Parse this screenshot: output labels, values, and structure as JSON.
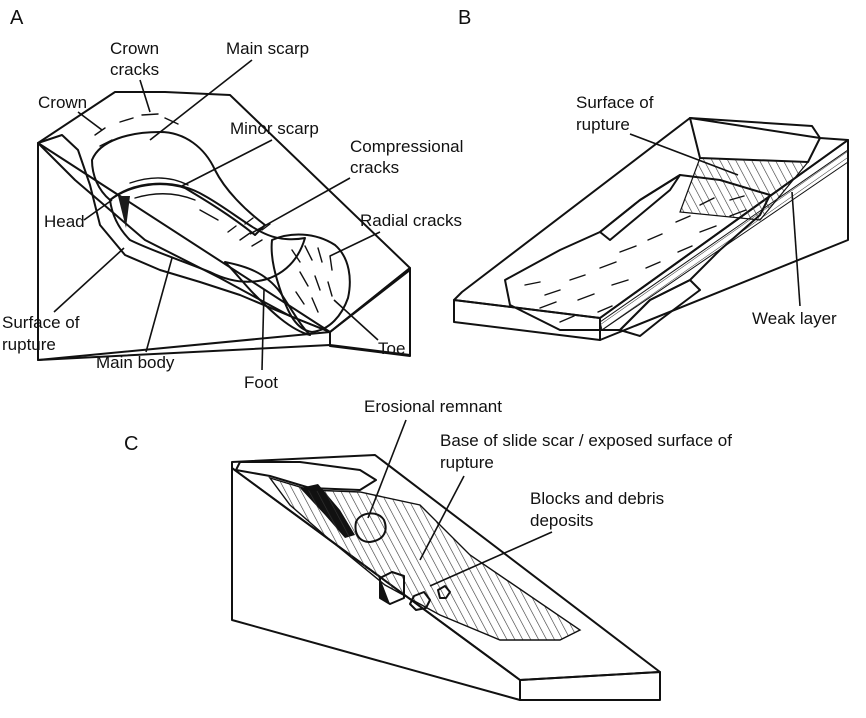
{
  "panels": {
    "a": {
      "letter": "A",
      "labels": {
        "crown_cracks": [
          "Crown",
          "cracks"
        ],
        "main_scarp": "Main scarp",
        "crown": "Crown",
        "minor_scarp": "Minor scarp",
        "compressional_cracks": [
          "Compressional",
          "cracks"
        ],
        "head": "Head",
        "radial_cracks": "Radial cracks",
        "surface_of_rupture": [
          "Surface of",
          "rupture"
        ],
        "main_body": "Main body",
        "foot": "Foot",
        "toe": "Toe"
      }
    },
    "b": {
      "letter": "B",
      "labels": {
        "surface_of_rupture": [
          "Surface of",
          "rupture"
        ],
        "weak_layer": "Weak layer"
      }
    },
    "c": {
      "letter": "C",
      "labels": {
        "erosional_remnant": "Erosional remnant",
        "base_of_slide_scar": [
          "Base of slide scar / exposed surface of",
          "rupture"
        ],
        "blocks_and_debris": [
          "Blocks and debris",
          "deposits"
        ]
      }
    }
  },
  "colors": {
    "side_face": "#c4c4c4",
    "top_face": "#ffffff",
    "dark_scarp": "#1a1a1a",
    "ink": "#111111"
  }
}
